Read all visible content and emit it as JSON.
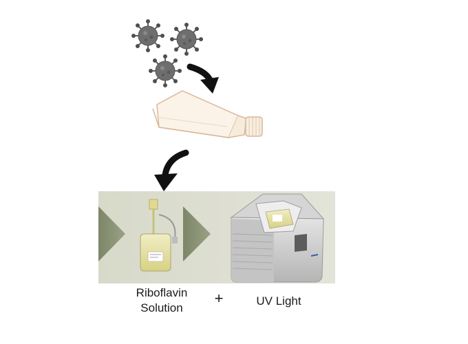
{
  "labels": {
    "riboflavin_line1": "Riboflavin",
    "riboflavin_line2": "Solution",
    "plus": "+",
    "uv_light": "UV Light"
  },
  "colors": {
    "virus_body": "#6b6b6b",
    "arrow": "#111111",
    "flask_fill": "#fbf3e8",
    "flask_outline": "#d9b79a",
    "band_light": "#d3d6c4",
    "band_dark": "#8c9478",
    "bag_fill": "#e8e4a6",
    "device_body": "#c9c9c9"
  },
  "icons": [
    "virus-icon",
    "curved-arrow-icon",
    "cell-culture-flask-icon",
    "riboflavin-bag-icon",
    "uv-device-icon"
  ]
}
